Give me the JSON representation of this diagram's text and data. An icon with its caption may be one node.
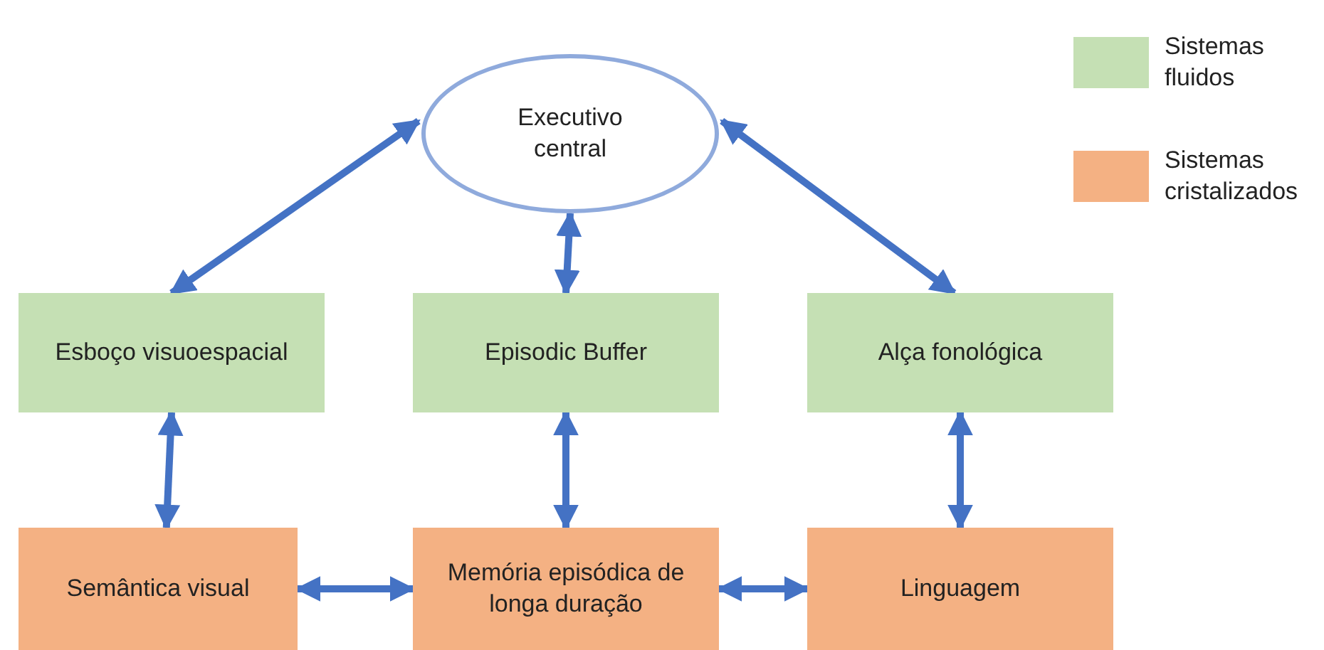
{
  "diagram": {
    "nodes": [
      {
        "text": [
          "Executivo central"
        ]
      },
      {
        "text": [
          "Esboço visuoespacial"
        ]
      },
      {
        "text": [
          "Episodic Buffer"
        ]
      },
      {
        "text": [
          "Alça fonológica"
        ]
      },
      {
        "text": [
          "Semântica visual"
        ]
      },
      {
        "text": [
          "Memória episódica de longa duração"
        ]
      },
      {
        "text": [
          "Linguagem"
        ]
      }
    ],
    "edges": [
      {
        "from": 0,
        "to": 1,
        "arrow": "both"
      },
      {
        "from": 0,
        "to": 2,
        "arrow": "both"
      },
      {
        "from": 0,
        "to": 3,
        "arrow": "both"
      },
      {
        "from": 1,
        "to": 4,
        "arrow": "both"
      },
      {
        "from": 2,
        "to": 5,
        "arrow": "both"
      },
      {
        "from": 3,
        "to": 6,
        "arrow": "both"
      },
      {
        "from": 4,
        "to": 5,
        "arrow": "both"
      },
      {
        "from": 5,
        "to": 6,
        "arrow": "both"
      }
    ],
    "legend": [
      {
        "text": "Sistemas fluidos",
        "color": "#c5e0b4"
      },
      {
        "text": "Sistemas cristalizados",
        "color": "#f4b183"
      }
    ]
  }
}
